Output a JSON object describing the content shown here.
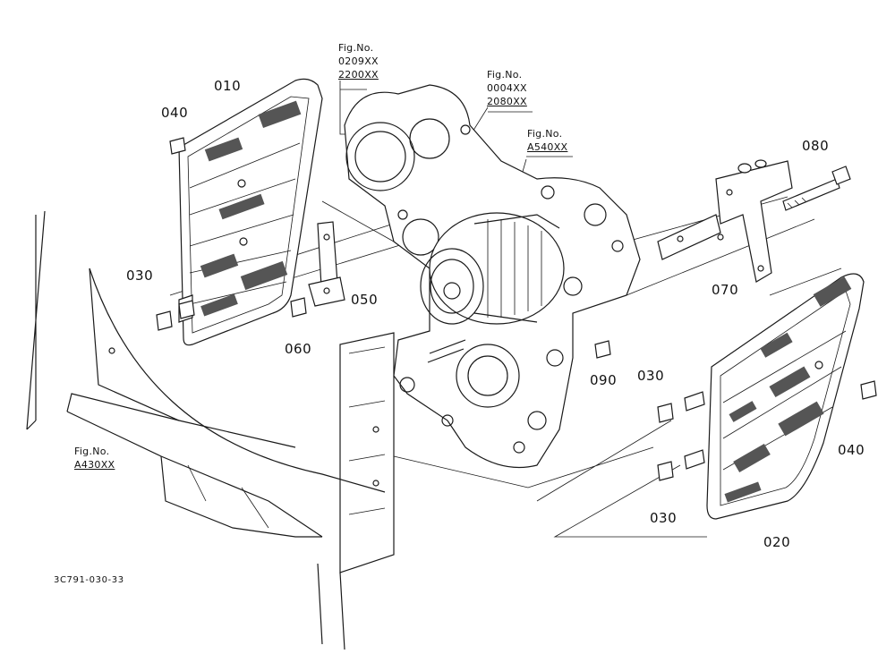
{
  "parts": [
    {
      "id": "010"
    },
    {
      "id": "020"
    },
    {
      "id": "030a"
    },
    {
      "id": "030b"
    },
    {
      "id": "030c"
    },
    {
      "id": "040a"
    },
    {
      "id": "040b"
    },
    {
      "id": "050"
    },
    {
      "id": "060"
    },
    {
      "id": "070"
    },
    {
      "id": "080"
    },
    {
      "id": "090"
    }
  ],
  "labels": {
    "p010": "010",
    "p020": "020",
    "p030a": "030",
    "p030b": "030",
    "p030c": "030",
    "p040a": "040",
    "p040b": "040",
    "p050": "050",
    "p060": "060",
    "p070": "070",
    "p080": "080",
    "p090": "090"
  },
  "fig_refs": {
    "ref1": {
      "title": "Fig.No.",
      "lines": [
        "0209XX",
        "2200XX"
      ]
    },
    "ref2": {
      "title": "Fig.No.",
      "lines": [
        "0004XX",
        "2080XX"
      ]
    },
    "ref3": {
      "title": "Fig.No.",
      "lines": [
        "A540XX"
      ]
    },
    "ref4": {
      "title": "Fig.No.",
      "lines": [
        "A430XX"
      ]
    }
  },
  "diagram_code": "3C791-030-33"
}
